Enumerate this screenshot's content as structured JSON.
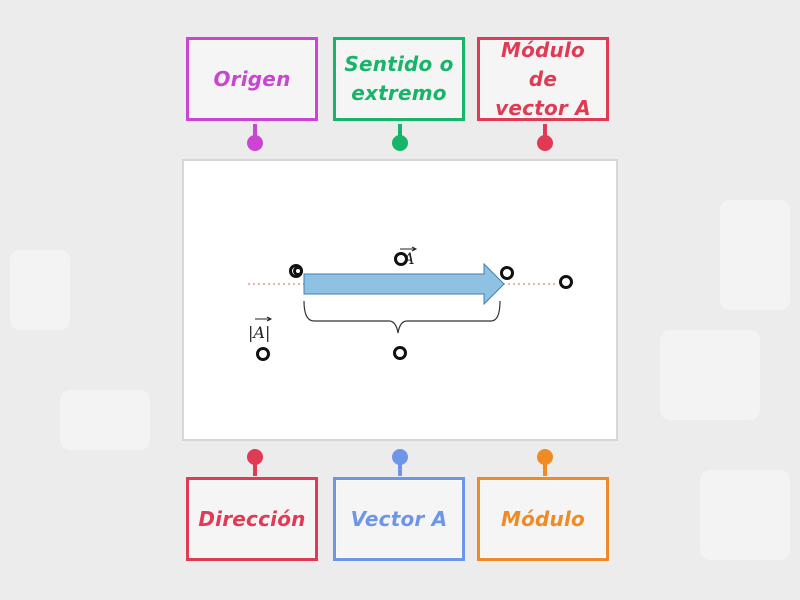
{
  "top_labels": [
    {
      "lines": [
        "Origen"
      ],
      "color": "#cc44d4"
    },
    {
      "lines": [
        "Sentido o",
        "extremo"
      ],
      "color": "#18b46a"
    },
    {
      "lines": [
        "Módulo de",
        "vector A"
      ],
      "color": "#e03a55"
    }
  ],
  "bottom_labels": [
    {
      "lines": [
        "Dirección"
      ],
      "color": "#e03a55"
    },
    {
      "lines": [
        "Vector A"
      ],
      "color": "#6d96e8"
    },
    {
      "lines": [
        "Módulo"
      ],
      "color": "#f08a24"
    }
  ],
  "diagram": {
    "vector_label": "A",
    "magnitude_label": "|A|",
    "arrow_color": "#8fc1e3",
    "dotted_line_color": "#d08a7a"
  }
}
